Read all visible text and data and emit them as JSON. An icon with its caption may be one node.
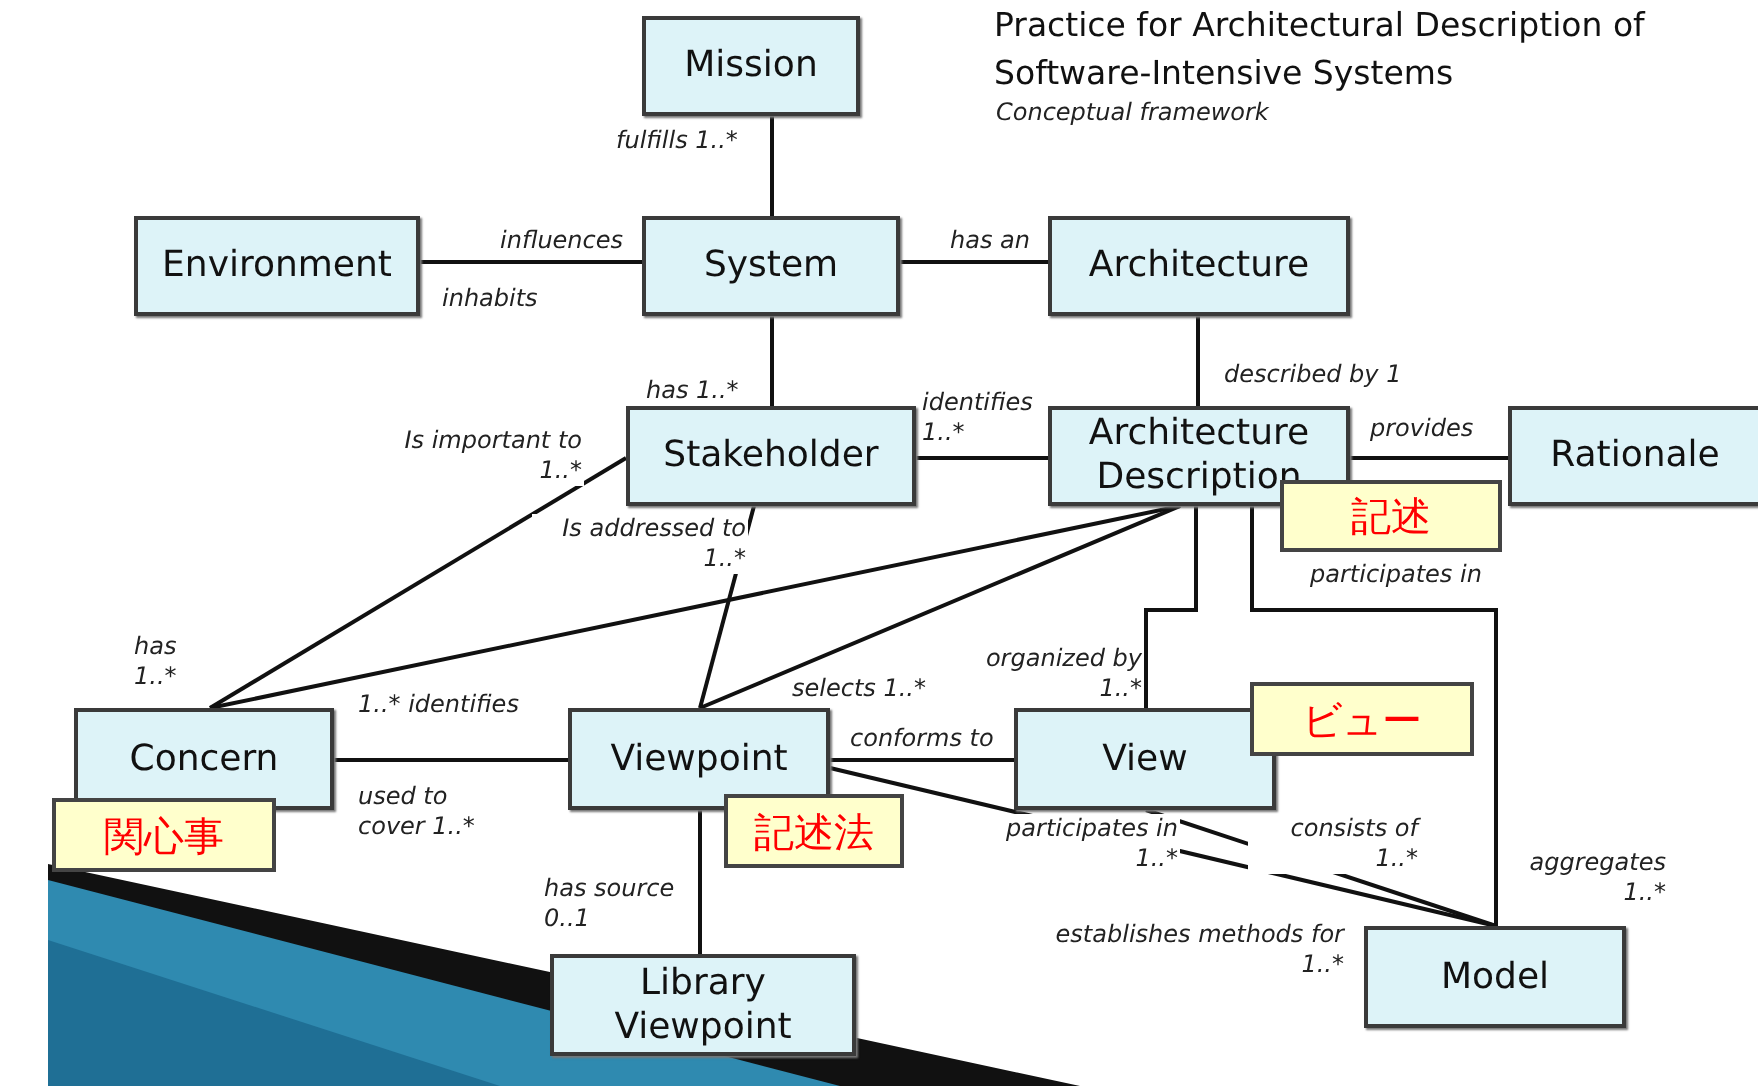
{
  "diagram": {
    "title": "Practice for Architectural Description of Software-Intensive Systems",
    "nodes": [
      {
        "text": [
          "Mission"
        ]
      },
      {
        "text": [
          "Environment"
        ]
      },
      {
        "text": [
          "System"
        ]
      },
      {
        "text": [
          "Architecture"
        ]
      },
      {
        "text": [
          "Stakeholder"
        ]
      },
      {
        "text": [
          "Architecture Description"
        ]
      },
      {
        "text": [
          "Rationale"
        ]
      },
      {
        "text": [
          "記述"
        ]
      },
      {
        "text": [
          "Concern"
        ]
      },
      {
        "text": [
          "関心事"
        ]
      },
      {
        "text": [
          "Viewpoint"
        ]
      },
      {
        "text": [
          "記述法"
        ]
      },
      {
        "text": [
          "View"
        ]
      },
      {
        "text": [
          "ビュー"
        ]
      },
      {
        "text": [
          "Library Viewpoint"
        ]
      },
      {
        "text": [
          "Model"
        ]
      }
    ],
    "edges": [
      {
        "from": 0,
        "to": 2,
        "arrow": "none",
        "label": "fulfills 1..*"
      },
      {
        "from": 1,
        "to": 2,
        "arrow": "none",
        "label": "influences"
      },
      {
        "from": 2,
        "to": 3,
        "arrow": "none",
        "label": "has an"
      },
      {
        "from": 2,
        "to": 4,
        "arrow": "none",
        "label": "has 1..*"
      },
      {
        "from": 4,
        "to": 5,
        "arrow": "none",
        "label": "identifies 1..*"
      },
      {
        "from": 3,
        "to": 5,
        "arrow": "none",
        "label": "described by 1"
      },
      {
        "from": 5,
        "to": 6,
        "arrow": "none",
        "label": "provides"
      },
      {
        "from": 4,
        "to": 8,
        "arrow": "none",
        "label": "Is important to 1..*"
      },
      {
        "from": 4,
        "to": 10,
        "arrow": "none",
        "label": "Is addressed to 1..*"
      },
      {
        "from": 5,
        "to": 8,
        "arrow": "none",
        "label": "has 1..*"
      },
      {
        "from": 5,
        "to": 10,
        "arrow": "none",
        "label": "selects 1..*"
      },
      {
        "from": 8,
        "to": 10,
        "arrow": "none",
        "label": "1..* identifies"
      },
      {
        "from": 5,
        "to": 12,
        "arrow": "other",
        "label": "organized by 1..*"
      },
      {
        "from": 5,
        "to": 15,
        "arrow": "other",
        "label": "aggregates 1..*"
      },
      {
        "from": 10,
        "to": 12,
        "arrow": "none",
        "label": "conforms to"
      },
      {
        "from": 10,
        "to": 15,
        "arrow": "none",
        "label": "participates in 1..*"
      },
      {
        "from": 12,
        "to": 15,
        "arrow": "none",
        "label": "consists of 1..*"
      },
      {
        "from": 10,
        "to": 14,
        "arrow": "none",
        "label": "has source 0..1"
      }
    ],
    "labels": [
      "Conceptual framework",
      "inhabits",
      "used to cover 1..*",
      "participates in",
      "establishes methods for 1..*"
    ]
  }
}
